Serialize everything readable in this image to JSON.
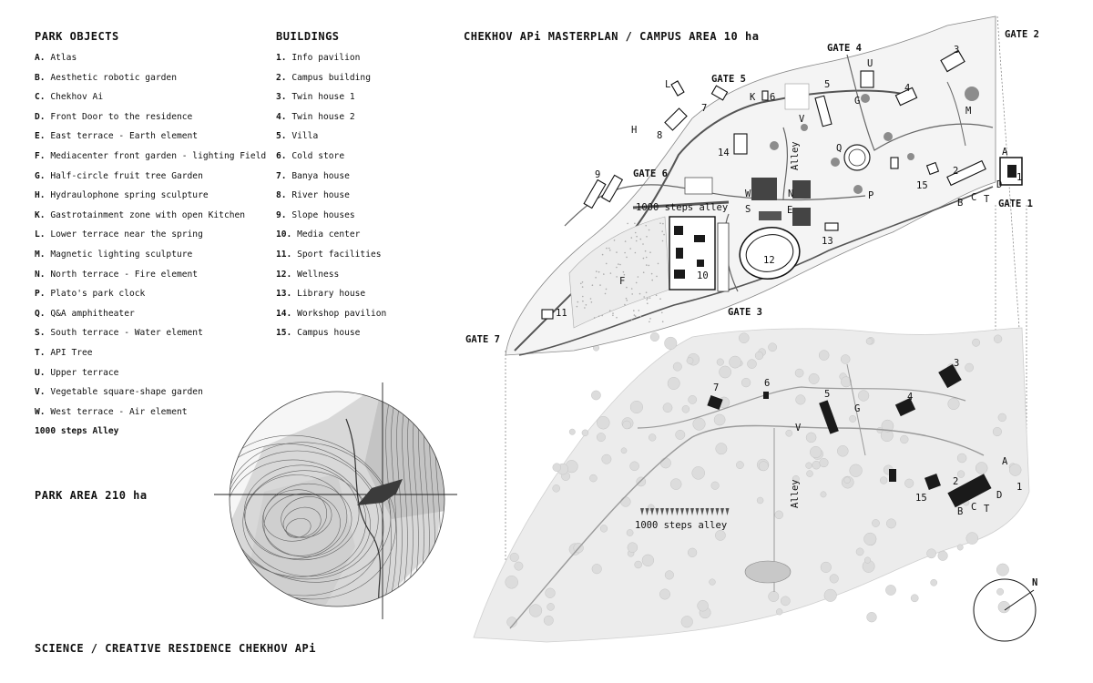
{
  "park_objects": {
    "title": "PARK OBJECTS",
    "items": [
      {
        "key": "A.",
        "label": "Atlas"
      },
      {
        "key": "B.",
        "label": "Aesthetic robotic garden"
      },
      {
        "key": "C.",
        "label": "Chekhov Ai"
      },
      {
        "key": "D.",
        "label": "Front Door to the residence"
      },
      {
        "key": "E.",
        "label": "East terrace - Earth element"
      },
      {
        "key": "F.",
        "label": "Mediacenter front garden - lighting Field"
      },
      {
        "key": "G.",
        "label": "Half-circle fruit tree Garden"
      },
      {
        "key": "H.",
        "label": "Hydraulophone spring sculpture"
      },
      {
        "key": "K.",
        "label": "Gastrotainment zone with open Kitchen"
      },
      {
        "key": "L.",
        "label": "Lower terrace near the spring"
      },
      {
        "key": "M.",
        "label": "Magnetic lighting sculpture"
      },
      {
        "key": "N.",
        "label": "North terrace - Fire element"
      },
      {
        "key": "P.",
        "label": "Plato's park clock"
      },
      {
        "key": "Q.",
        "label": "Q&A amphitheater"
      },
      {
        "key": "S.",
        "label": "South terrace - Water element"
      },
      {
        "key": "T.",
        "label": "API Tree"
      },
      {
        "key": "U.",
        "label": "Upper terrace"
      },
      {
        "key": "V.",
        "label": "Vegetable square-shape garden"
      },
      {
        "key": "W.",
        "label": "West terrace - Air element"
      }
    ],
    "extra": "1000 steps Alley"
  },
  "buildings": {
    "title": "BUILDINGS",
    "items": [
      {
        "key": "1.",
        "label": "Info pavilion"
      },
      {
        "key": "2.",
        "label": "Campus building"
      },
      {
        "key": "3.",
        "label": "Twin house 1"
      },
      {
        "key": "4.",
        "label": "Twin house 2"
      },
      {
        "key": "5.",
        "label": "Villa"
      },
      {
        "key": "6.",
        "label": "Cold store"
      },
      {
        "key": "7.",
        "label": "Banya house"
      },
      {
        "key": "8.",
        "label": "River house"
      },
      {
        "key": "9.",
        "label": "Slope houses"
      },
      {
        "key": "10.",
        "label": "Media center"
      },
      {
        "key": "11.",
        "label": "Sport facilities"
      },
      {
        "key": "12.",
        "label": "Wellness"
      },
      {
        "key": "13.",
        "label": "Library house"
      },
      {
        "key": "14.",
        "label": "Workshop pavilion"
      },
      {
        "key": "15.",
        "label": "Campus house"
      }
    ]
  },
  "park_area": "PARK AREA 210 ha",
  "footer_title": "SCIENCE / CREATIVE RESIDENCE CHEKHOV APi",
  "masterplan": {
    "title": "CHEKHOV APi MASTERPLAN / CAMPUS AREA 10 ha",
    "gates": [
      "GATE 1",
      "GATE 2",
      "GATE 3",
      "GATE 4",
      "GATE 5",
      "GATE 6",
      "GATE 7"
    ],
    "alley_1000": "1000 steps alley",
    "alley": "Alley",
    "north": "N",
    "colors": {
      "ink": "#111111",
      "fill_dark": "#1a1a1a",
      "fill_grey": "#8c8c8c",
      "fill_light": "#e6e6e6"
    }
  }
}
